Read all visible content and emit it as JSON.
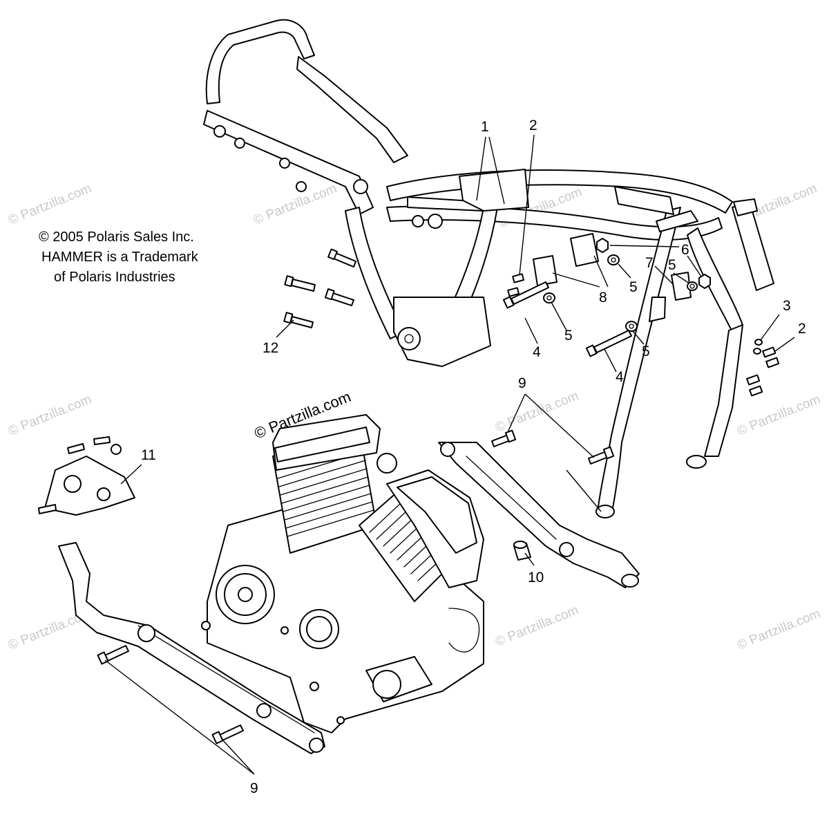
{
  "copyright": {
    "line1": "© 2005 Polaris Sales Inc.",
    "line2": "HAMMER is a Trademark",
    "line3": "of Polaris Industries"
  },
  "center_watermark": "© Partzilla.com",
  "faint_watermark": "© Partzilla.com",
  "callouts": {
    "c1": "1",
    "c2a": "2",
    "c2b": "2",
    "c3": "3",
    "c4a": "4",
    "c4b": "4",
    "c5a": "5",
    "c5b": "5",
    "c5c": "5",
    "c5d": "5",
    "c6": "6",
    "c7": "7",
    "c8": "8",
    "c9a": "9",
    "c9b": "9",
    "c10": "10",
    "c11": "11",
    "c12": "12"
  }
}
